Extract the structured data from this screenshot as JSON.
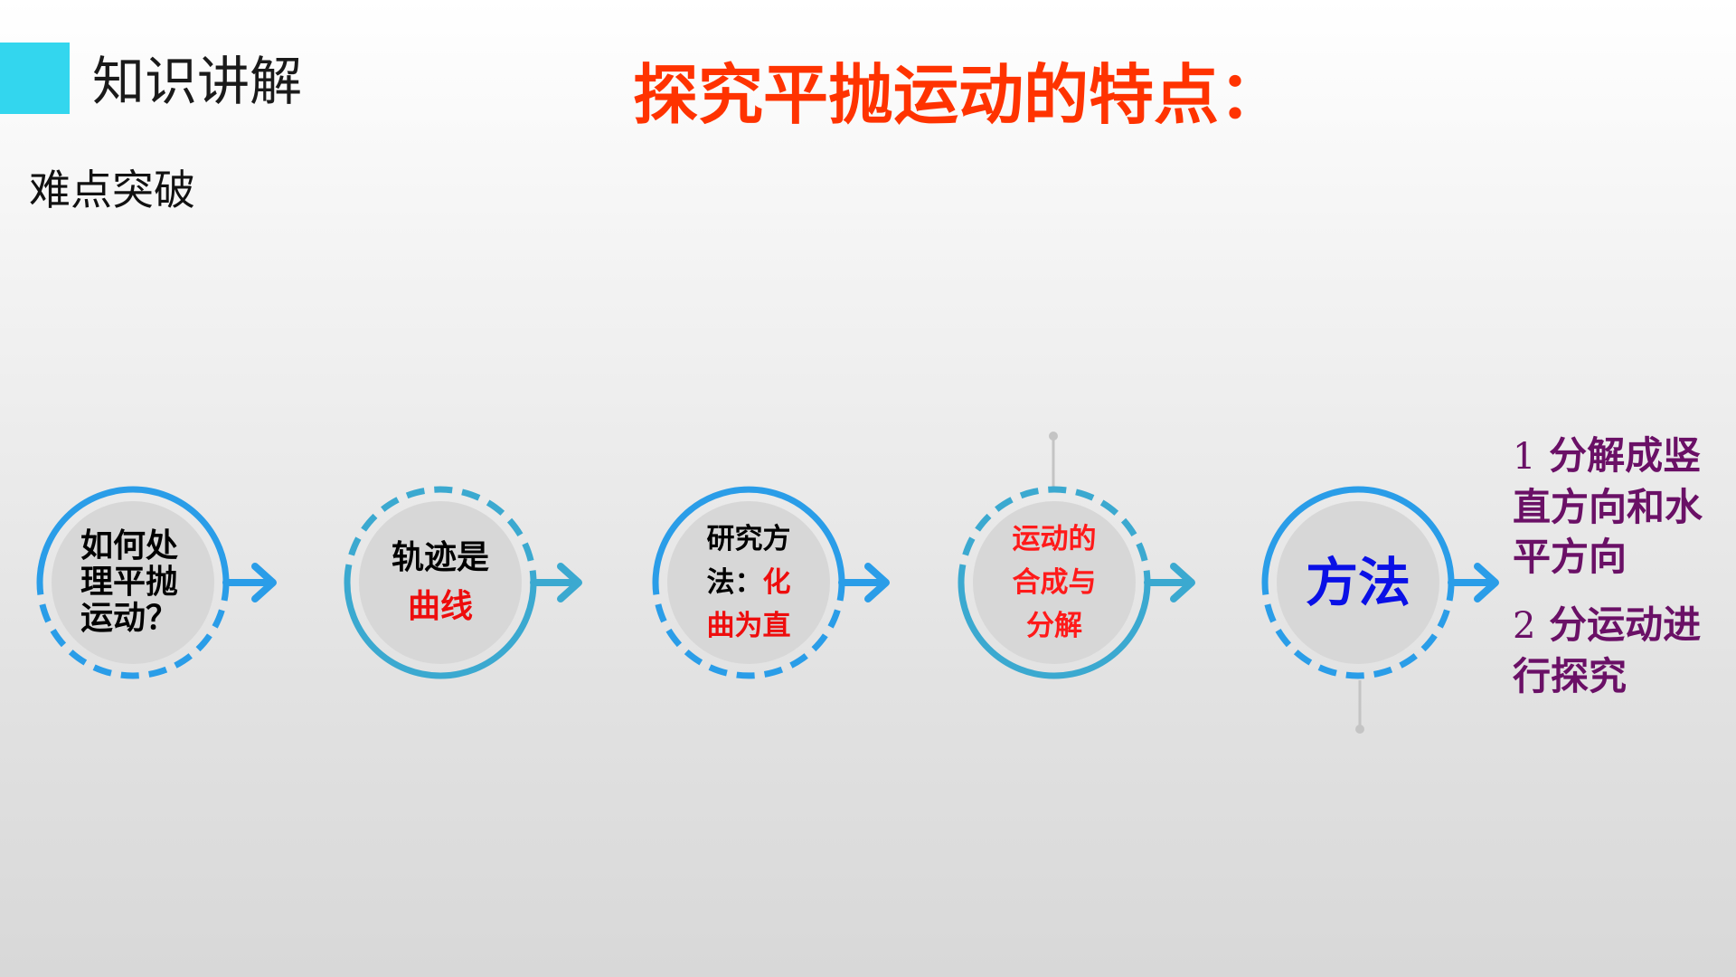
{
  "header": {
    "section_title": "知识讲解",
    "main_title": "探究平抛运动的特点：",
    "sub_title": "难点突破"
  },
  "flow": {
    "nodes": [
      {
        "lines": [
          "如何处",
          "理平抛",
          "运动？"
        ]
      },
      {
        "line1": "轨迹是",
        "line2": "曲线"
      },
      {
        "line1": "研究方",
        "line2_prefix": "法：",
        "line2_highlight": "化",
        "line3": "曲为直"
      },
      {
        "lines": [
          "运动的",
          "合成与",
          "分解"
        ]
      },
      {
        "label": "方法"
      }
    ],
    "methods": [
      {
        "num": "1",
        "text": "分解成竖直方向和水平方向"
      },
      {
        "num": "2",
        "text": "分运动进行探究"
      }
    ]
  },
  "colors": {
    "accent": "#33d6ee",
    "title_red": "#ff3300",
    "ring_blue": "#2a9de8",
    "ring_teal": "#3ba9d0",
    "method_blue": "#0a10e6",
    "highlight_red": "#ee0d0d",
    "method_purple": "#6a1066"
  }
}
